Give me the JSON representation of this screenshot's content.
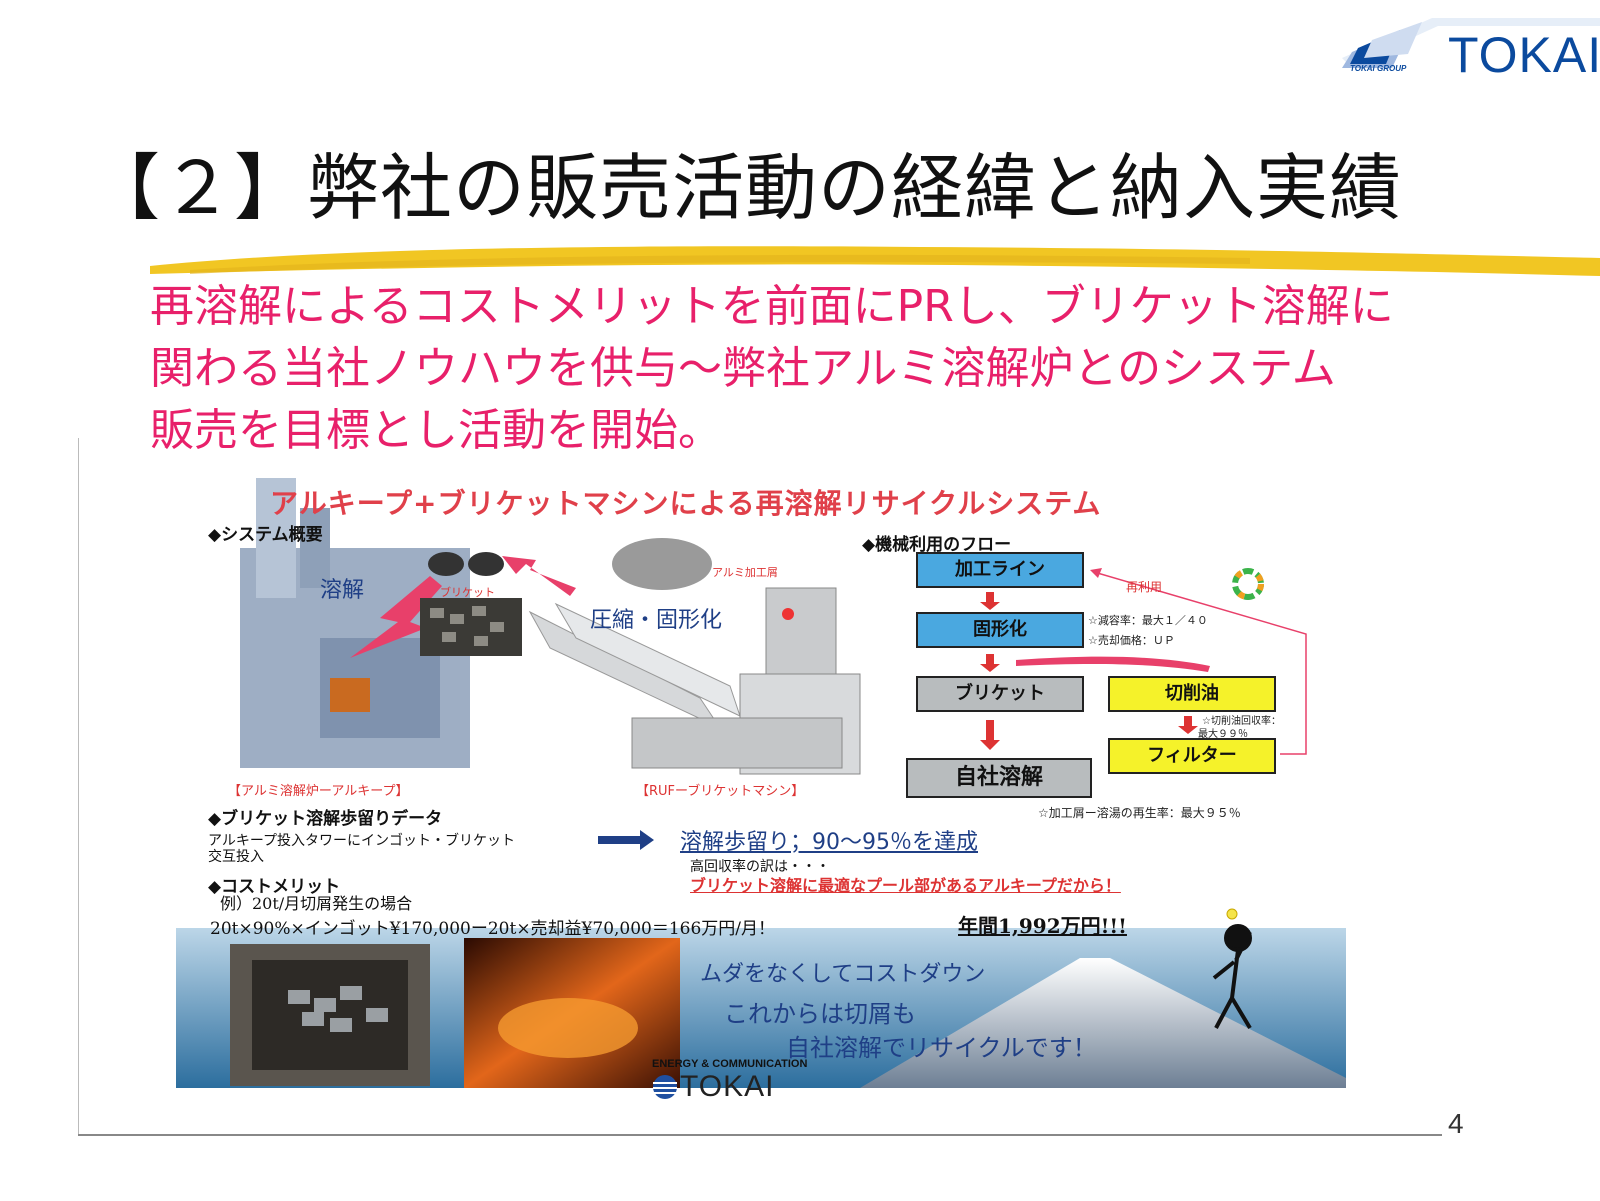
{
  "header": {
    "logo_word": "TOKAI",
    "logo_group": "TOKAI GROUP"
  },
  "title": "【２】弊社の販売活動の経緯と納入実績",
  "lead": {
    "line1": "再溶解によるコストメリットを前面にPRし、ブリケット溶解に",
    "line2": "関わる当社ノウハウを供与～弊社アルミ溶解炉とのシステム",
    "line3": "販売を目標とし活動を開始。"
  },
  "slide": {
    "title": "アルキープ+ブリケットマシンによる再溶解リサイクルシステム",
    "sections": {
      "overview": "◆システム概要",
      "flow": "◆機械利用のフロー",
      "yield": "◆ブリケット溶解歩留りデータ",
      "merit": "◆コストメリット"
    },
    "photo_labels": {
      "youkai": "溶解",
      "briquette": "ブリケット",
      "chips": "アルミ加工屑",
      "compress": "圧縮・固形化",
      "furnace": "【アルミ溶解炉ーアルキープ】",
      "machine": "【RUFーブリケットマシン】"
    },
    "flow_boxes": {
      "kako": "加工ライン",
      "kokei": "固形化",
      "briquette": "ブリケット",
      "jisha": "自社溶解",
      "oil": "切削油",
      "filter": "フィルター"
    },
    "notes": {
      "reuse": "再利用",
      "volume": "☆減容率：最大１／４０",
      "price": "☆売却価格：ＵＰ",
      "oil1": "☆切削油回収率：",
      "oil2": "最大９９％",
      "regen": "☆加工屑ー溶湯の再生率：最大９５％"
    },
    "yield": {
      "desc1": "アルキープ投入タワーにインゴット・ブリケット",
      "desc2": "交互投入",
      "result": "溶解歩留り；90～95％を達成",
      "reason_head": "高回収率の訳は・・・",
      "reason_text": "ブリケット溶解に最適なプール部があるアルキープだから！"
    },
    "merit": {
      "example": "例）20t/月切屑発生の場合",
      "calc": "20t×90%×インゴット¥170,000ー20t×売却益¥70,000＝166万円/月！",
      "year": "年間1,992万円!!!"
    },
    "slogan": {
      "line1": "ムダをなくしてコストダウン",
      "line2": "これからは切屑も",
      "line3": "自社溶解でリサイクルです！"
    },
    "footer_logo": {
      "small": "ENERGY & COMMUNICATION",
      "word": "TOKAI"
    }
  },
  "page_number": "4",
  "colors": {
    "title_text": "#111111",
    "lead_text": "#e8206a",
    "highlight": "#f1c623",
    "logo_blue": "#0b4a9e",
    "flow_blue": "#4aa8e0",
    "flow_yellow": "#f5f22a"
  }
}
